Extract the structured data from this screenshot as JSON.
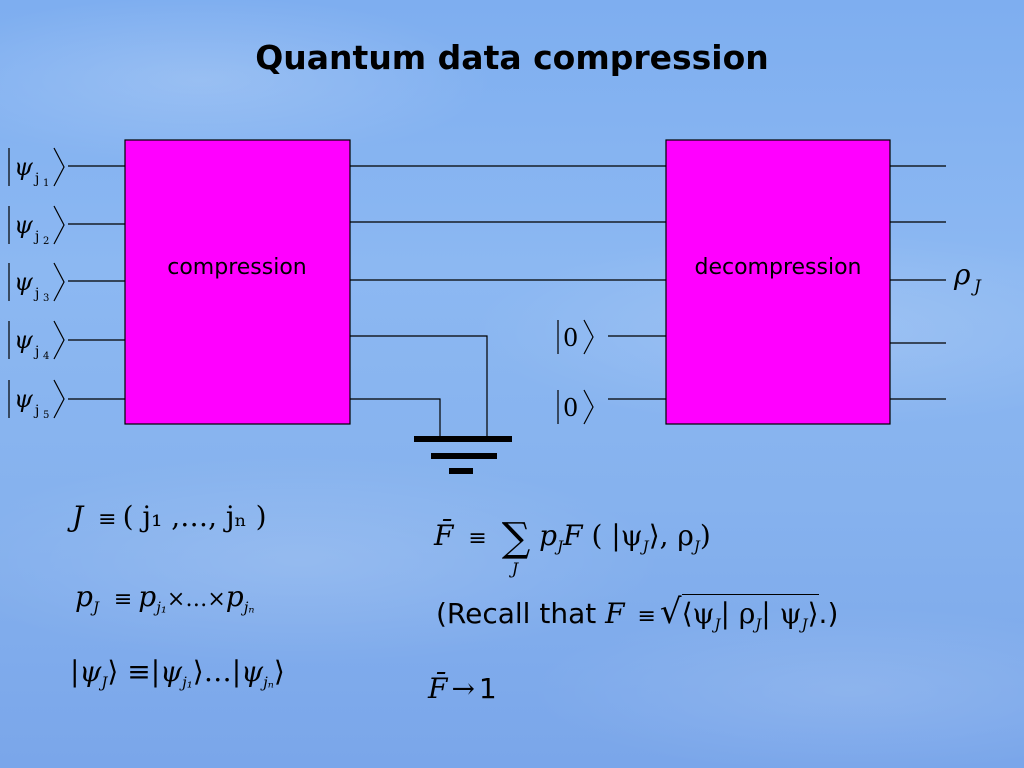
{
  "slide": {
    "title": "Quantum data compression",
    "compression_label": "compression",
    "decompression_label": "decompression",
    "inputs": [
      {
        "psi": "ψ",
        "sub": "j",
        "idx": "1"
      },
      {
        "psi": "ψ",
        "sub": "j",
        "idx": "2"
      },
      {
        "psi": "ψ",
        "sub": "j",
        "idx": "3"
      },
      {
        "psi": "ψ",
        "sub": "j",
        "idx": "4"
      },
      {
        "psi": "ψ",
        "sub": "j",
        "idx": "5"
      }
    ],
    "ancilla": [
      "0",
      "0"
    ],
    "output": {
      "rho": "ρ",
      "sub": "J"
    },
    "colors": {
      "box_fill": "#ff00ff",
      "background": "#86b2ee",
      "lines": "#000000"
    },
    "equations": {
      "J_def": {
        "lhs": "J",
        "eqv": "≡",
        "rhs": "( j₁ ,…, jₙ )"
      },
      "p_def": {
        "lhs": "p",
        "lhs_sub": "J",
        "eqv": "≡",
        "p1": "p",
        "p1_sub": "j₁",
        "times1": "×…×",
        "pn": "p",
        "pn_sub": "jₙ"
      },
      "psi_def": {
        "lhs": "|ψ",
        "lhs_sub": "J",
        "eqv": "⟩ ≡",
        "rhs1": "|ψ",
        "rhs1_sub": "j₁",
        "mid": "⟩…",
        "rhs2": "|ψ",
        "rhs2_sub": "jₙ",
        "end": "⟩"
      },
      "F_bar": {
        "lhs": "F̄",
        "eqv": "≡",
        "sum": "∑",
        "sum_sub": "J",
        "term": "p",
        "term_sub": "J",
        "F": "F",
        "arg": "( |ψ",
        "arg_sub": "J",
        "arg2": "⟩, ρ",
        "arg2_sub": "J",
        "arg_end": ")"
      },
      "recall": {
        "text": "(Recall that ",
        "F": "F",
        "eqv": "≡",
        "sqrt_body": "⟨ψ",
        "s1": "J",
        "bar1": "| ρ",
        "s2": "J",
        "bar2": "| ψ",
        "s3": "J",
        "close": "⟩",
        "end": ".)"
      },
      "limit": {
        "lhs": "F̄",
        "arrow": "→",
        "rhs": "1"
      }
    }
  }
}
